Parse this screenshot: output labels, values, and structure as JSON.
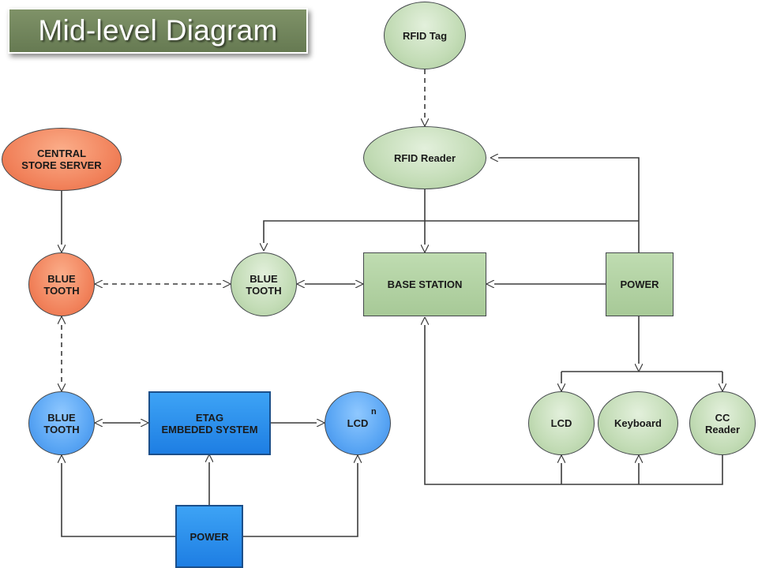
{
  "title": "Mid-level Diagram",
  "nodes": {
    "rfid_tag": "RFID Tag",
    "rfid_reader": "RFID Reader",
    "central_store_server": "CENTRAL\nSTORE SERVER",
    "bluetooth_server": "BLUE\nTOOTH",
    "bluetooth_station": "BLUE\nTOOTH",
    "base_station": "BASE STATION",
    "power_station": "POWER",
    "lcd_station": "LCD",
    "keyboard": "Keyboard",
    "cc_reader": "CC\nReader",
    "bluetooth_etag": "BLUE\nTOOTH",
    "etag_system": "ETAG\nEMBEDED SYSTEM",
    "lcd_etag": "LCD",
    "lcd_etag_superscript": "n",
    "power_etag": "POWER"
  },
  "colors": {
    "green": "#bcd8ae",
    "orange": "#f1815a",
    "blue_ellipse": "#5aa6f4",
    "blue_rect": "#2a8df0",
    "title_bg": "#75895e",
    "line": "#3c3c3c"
  }
}
